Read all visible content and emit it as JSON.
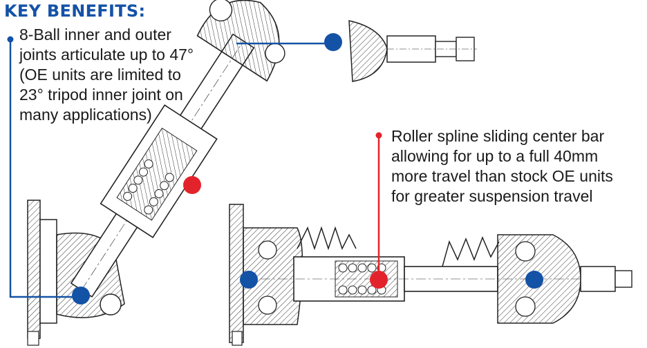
{
  "header": {
    "title": "KEY BENEFITS:"
  },
  "benefits": [
    {
      "text": "8-Ball inner and outer\njoints articulate up to 47°\n(OE units are limited to\n23° tripod inner joint on\nmany applications)",
      "marker_color": "#1452a6"
    },
    {
      "text": "Roller spline sliding center bar\nallowing for up to a full 40mm\nmore travel than stock OE units\nfor greater suspension travel",
      "marker_color": "#e3232b"
    }
  ],
  "colors": {
    "title": "#1452a6",
    "blue": "#1452a6",
    "red": "#e3232b",
    "line_art": "#222222"
  }
}
